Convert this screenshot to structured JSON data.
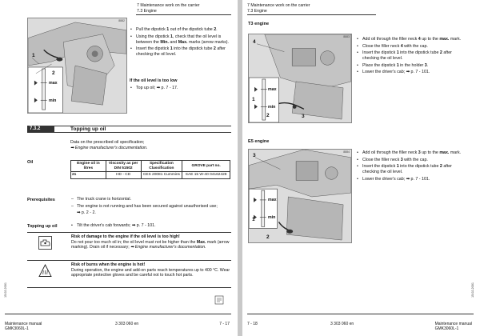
{
  "left": {
    "header": {
      "line1": "7 Maintenance work on the carrier",
      "line2": "7.3 Engine"
    },
    "figure": {
      "tag": "8882",
      "callout1": "1",
      "callout2": "2",
      "max": "max",
      "min": "min"
    },
    "steps": [
      {
        "pre": "Pull the dipstick ",
        "num": "1",
        "mid": " out of the dipstick tube ",
        "num2": "2",
        "post": "."
      },
      {
        "pre": "Using the dipstick ",
        "num": "1",
        "mid": ", check that the oil level is between the ",
        "b1": "Min.",
        "mid2": " and ",
        "b2": "Max.",
        "post": " marks (arrow marks)."
      },
      {
        "pre": "Insert the dipstick ",
        "num": "1",
        "mid": " into the dipstick tube ",
        "num2": "2",
        "post": " after checking the oil level."
      }
    ],
    "low_heading": "If the oil level is too low",
    "low_step": "Top up oil; ➡ p. 7 - 17.",
    "section": {
      "num": "7.3.2",
      "title": "Topping up oil"
    },
    "spec_line1": "Data on the prescribed oil specification;",
    "spec_line2": "➡ Engine manufacturer's documentation.",
    "oil_label": "Oil",
    "table": {
      "headers": [
        "Engine oil in litres",
        "Viscosity as per DIN 51502",
        "Specification Classification",
        "GROVE part no."
      ],
      "rows": [
        [
          "21",
          "HD - CD",
          "CES 20081 Cummins",
          "SAE 15 W-40 04162428"
        ]
      ]
    },
    "prereq_label": "Prerequisites",
    "prereqs": [
      "The truck crane is horizontal.",
      "The engine is not running and has been secured against unauthorised use;",
      "➡ p. 2 - 2."
    ],
    "topping_label": "Topping up oil",
    "topping_step": "Tilt the driver's cab forwards; ➡ p. 7 - 101.",
    "warn1": {
      "title": "Risk of damage to the engine if the oil level is too high!",
      "line": "Do not pour too much oil in; the oil level must not be higher than the ",
      "bold": "Max.",
      "rest": " mark (arrow marking). Drain oil if necessary; ",
      "ref": "➡ Engine manufacturer's documentation."
    },
    "warn2": {
      "title": "Risk of burns when the engine is hot!",
      "text": "During operation, the engine and add-on parts reach temperatures up to 400 °C. Wear appropriate protective gloves and be careful not to touch hot parts."
    },
    "footer": {
      "left1": "Maintenance manual",
      "left2": "GMK3060L-1",
      "center": "3 303 060 en",
      "right": "7 - 17"
    },
    "margin_code": "15.02.2001"
  },
  "right": {
    "header": {
      "line1": "7 Maintenance work on the carrier",
      "line2": "7.3 Engine"
    },
    "t3": {
      "heading": "T3 engine",
      "tag": "8883",
      "callouts": [
        "4",
        "1",
        "2",
        "3"
      ],
      "max": "max",
      "min": "min",
      "steps": [
        {
          "pre": "Add oil through the filler neck ",
          "num": "4",
          "mid": " up to the ",
          "b": "max.",
          "post": " mark."
        },
        {
          "pre": "Close the filler neck ",
          "num": "4",
          "post": " with the cap."
        },
        {
          "pre": "Insert the dipstick ",
          "num": "1",
          "mid": " into the dipstick tube ",
          "num2": "2",
          "post": " after checking the oil level."
        },
        {
          "pre": "Place the dipstick ",
          "num": "1",
          "mid": " in the holder ",
          "num2": "3",
          "post": "."
        },
        {
          "pre": "Lower the driver's cab; ➡ p. 7 - 101.",
          "post": ""
        }
      ]
    },
    "e5": {
      "heading": "E5 engine",
      "tag": "8884",
      "callouts": [
        "3",
        "1",
        "2"
      ],
      "max": "max",
      "min": "min",
      "steps": [
        {
          "pre": "Add oil through the filler neck ",
          "num": "3",
          "mid": " up to the ",
          "b": "max.",
          "post": " mark."
        },
        {
          "pre": "Close the filler neck ",
          "num": "3",
          "post": " with the cap."
        },
        {
          "pre": "Insert the dipstick ",
          "num": "1",
          "mid": " into the dipstick tube ",
          "num2": "2",
          "post": " after checking the oil level."
        },
        {
          "pre": "Lower the driver's cab; ➡ p. 7 - 101.",
          "post": ""
        }
      ]
    },
    "footer": {
      "left": "7 - 18",
      "center": "3 303 060 en",
      "right1": "Maintenance manual",
      "right2": "GMK3060L-1"
    },
    "margin_code": "15.02.2001"
  }
}
